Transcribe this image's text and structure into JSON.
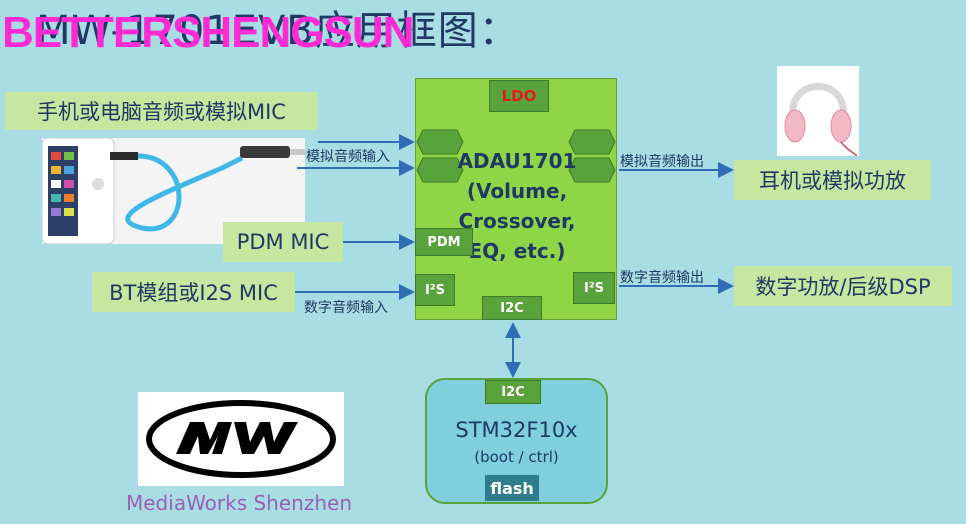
{
  "title": "MW-1701EVB应用框图：",
  "watermark": "BETTERSHENGSUN",
  "inputs": {
    "phone_mic": "手机或电脑音频或模拟MIC",
    "pdm_mic": "PDM MIC",
    "bt_i2s": "BT模组或I2S MIC",
    "analog_in": "模拟音频输入",
    "digital_in": "数字音频输入"
  },
  "chip": {
    "ldo": "LDO",
    "line1": "ADAU1701",
    "line2": "(Volume,",
    "line3": "Crossover,",
    "line4": "EQ, etc.)",
    "pdm_pad": "PDM",
    "i2s_left": "I²S",
    "i2s_right": "I²S",
    "i2c_pad": "I2C"
  },
  "outputs": {
    "analog_out": "模拟音频输出",
    "headphone": "耳机或模拟功放",
    "digital_out": "数字音频输出",
    "dsp": "数字功放/后级DSP"
  },
  "mcu": {
    "i2c_pad": "I2C",
    "name": "STM32F10x",
    "role": "(boot / ctrl)",
    "flash": "flash"
  },
  "logo": {
    "caption": "MediaWorks Shenzhen"
  },
  "colors": {
    "background": "#a9dde4",
    "chip": "#8fd646",
    "pad": "#5aa23c",
    "label": "#c6e7a0",
    "arrow": "#2f6db5",
    "watermark": "#ff2ad4"
  }
}
